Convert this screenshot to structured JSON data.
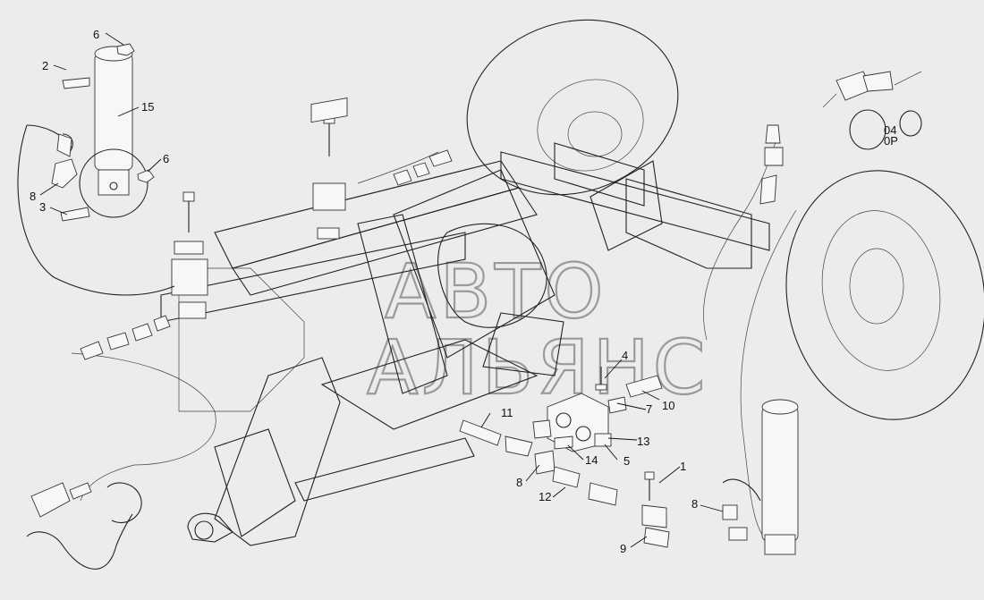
{
  "watermark": {
    "line1": "АВТО",
    "line2": "АЛЬЯНС"
  },
  "callouts": {
    "c1": "1",
    "c2": "2",
    "c3": "3",
    "c4": "4",
    "c5": "5",
    "c6a": "6",
    "c6b": "6",
    "c7": "7",
    "c8a": "8",
    "c8b": "8",
    "c8c": "8",
    "c9": "9",
    "c10": "10",
    "c11": "11",
    "c12": "12",
    "c13": "13",
    "c14": "14",
    "c15": "15"
  },
  "small_labels": {
    "s1": "04",
    "s2": "0P"
  }
}
